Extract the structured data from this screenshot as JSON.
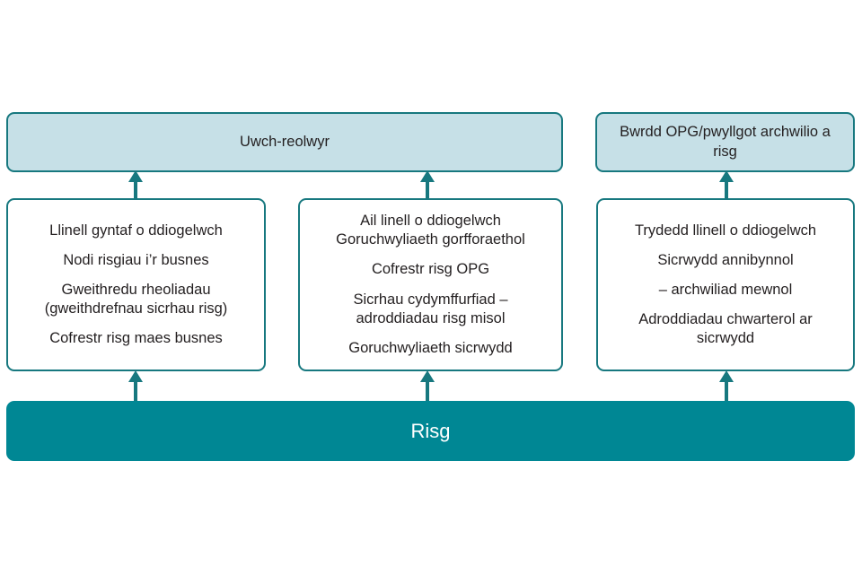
{
  "diagram": {
    "type": "three-lines-of-defence",
    "accent_color": "#17787f",
    "banner_fill": "#c6e0e7",
    "risk_bar_fill": "#008794",
    "box_fill": "#ffffff",
    "text_color": "#231f20"
  },
  "banners": {
    "senior_managers": "Uwch-reolwyr",
    "board": "Bwrdd OPG/pwyllgot archwilio a risg"
  },
  "columns": [
    {
      "id": "first-line",
      "blocks": [
        {
          "lines": [
            "Llinell gyntaf o ddiogelwch"
          ]
        },
        {
          "lines": [
            "Nodi risgiau i’r busnes"
          ]
        },
        {
          "lines": [
            "Gweithredu rheoliadau",
            "(gweithdrefnau sicrhau risg)"
          ]
        },
        {
          "lines": [
            "Cofrestr risg maes busnes"
          ]
        }
      ]
    },
    {
      "id": "second-line",
      "blocks": [
        {
          "lines": [
            "Ail linell o ddiogelwch",
            "Goruchwyliaeth gorfforaethol"
          ]
        },
        {
          "lines": [
            "Cofrestr risg OPG"
          ]
        },
        {
          "lines": [
            "Sicrhau cydymffurfiad –",
            "adroddiadau risg misol"
          ]
        },
        {
          "lines": [
            "Goruchwyliaeth sicrwydd"
          ]
        }
      ]
    },
    {
      "id": "third-line",
      "blocks": [
        {
          "lines": [
            "Trydedd llinell o ddiogelwch"
          ]
        },
        {
          "lines": [
            "Sicrwydd annibynnol"
          ]
        },
        {
          "lines": [
            "– archwiliad mewnol"
          ]
        },
        {
          "lines": [
            "Adroddiadau chwarterol ar",
            "sicrwydd"
          ]
        }
      ]
    }
  ],
  "risk_bar": {
    "label": "Risg"
  },
  "arrows": [
    {
      "id": "arrow-first-to-senior",
      "from": "first-line",
      "to": "senior-managers",
      "direction": "up"
    },
    {
      "id": "arrow-second-to-senior",
      "from": "second-line",
      "to": "senior-managers",
      "direction": "up"
    },
    {
      "id": "arrow-third-to-board",
      "from": "third-line",
      "to": "board",
      "direction": "up"
    },
    {
      "id": "arrow-risk-to-first",
      "from": "risk",
      "to": "first-line",
      "direction": "up"
    },
    {
      "id": "arrow-risk-to-second",
      "from": "risk",
      "to": "second-line",
      "direction": "up"
    },
    {
      "id": "arrow-risk-to-third",
      "from": "risk",
      "to": "third-line",
      "direction": "up"
    }
  ]
}
